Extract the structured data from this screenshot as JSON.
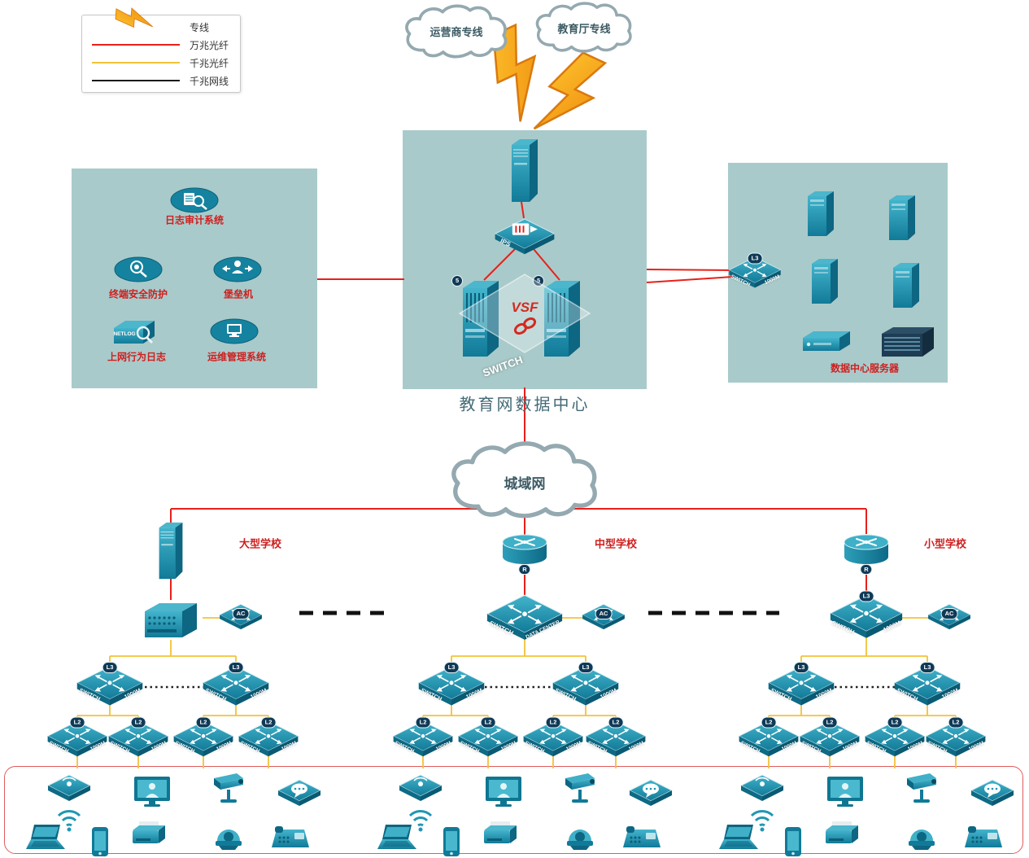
{
  "legend": {
    "items": [
      {
        "id": "dedicated",
        "label": "专线"
      },
      {
        "id": "fiber10g",
        "label": "万兆光纤"
      },
      {
        "id": "fiber1g",
        "label": "千兆光纤"
      },
      {
        "id": "cable1g",
        "label": "千兆网线"
      }
    ]
  },
  "clouds": {
    "carrier": "运营商专线",
    "education": "教育厅专线",
    "metro": "城域网"
  },
  "data_center": {
    "title": "教育网数据中心",
    "vsf_label": "VSF",
    "ips_label": "IPS",
    "switch_label": "SWITCH",
    "server_badge": "5"
  },
  "security_zone": {
    "log_audit": "日志审计系统",
    "terminal_security": "终端安全防护",
    "bastion": "堡垒机",
    "netlog": "NETLOG",
    "net_behavior": "上网行为日志",
    "ops_mgmt": "运维管理系统"
  },
  "server_zone": {
    "title": "数据中心服务器"
  },
  "schools": {
    "large": "大型学校",
    "medium": "中型学校",
    "small": "小型学校"
  },
  "device_labels": {
    "l3": "L3",
    "l2": "L2",
    "ac": "AC",
    "router": "R",
    "switch_word": "SWITCH",
    "speed_1000m": "1000M",
    "data_center_word": "DATA CENTER"
  },
  "colors": {
    "line_10g_fiber": "#e8201a",
    "line_1g_fiber": "#f2c238",
    "line_1g_cable": "#1a1a1a",
    "dedicated_line": "#f59a23",
    "zone_background": "#a9caca",
    "device_teal": "#1d8aa6",
    "label_red": "#cf1f1f"
  }
}
